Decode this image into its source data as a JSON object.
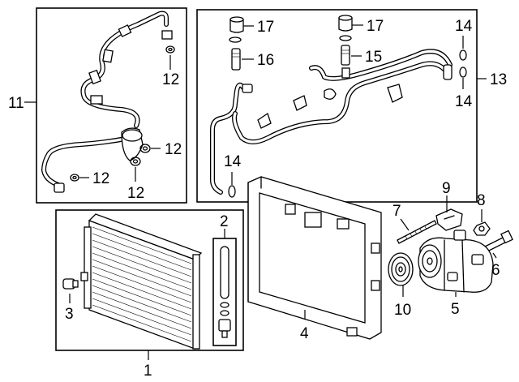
{
  "diagram": {
    "callouts": {
      "c1": "1",
      "c2": "2",
      "c3": "3",
      "c4": "4",
      "c5": "5",
      "c6": "6",
      "c7": "7",
      "c8": "8",
      "c9": "9",
      "c10": "10",
      "c11": "11",
      "c12a": "12",
      "c12b": "12",
      "c12c": "12",
      "c12d": "12",
      "c13": "13",
      "c14a": "14",
      "c14b": "14",
      "c14c": "14",
      "c15": "15",
      "c16": "16",
      "c17a": "17",
      "c17b": "17"
    }
  }
}
